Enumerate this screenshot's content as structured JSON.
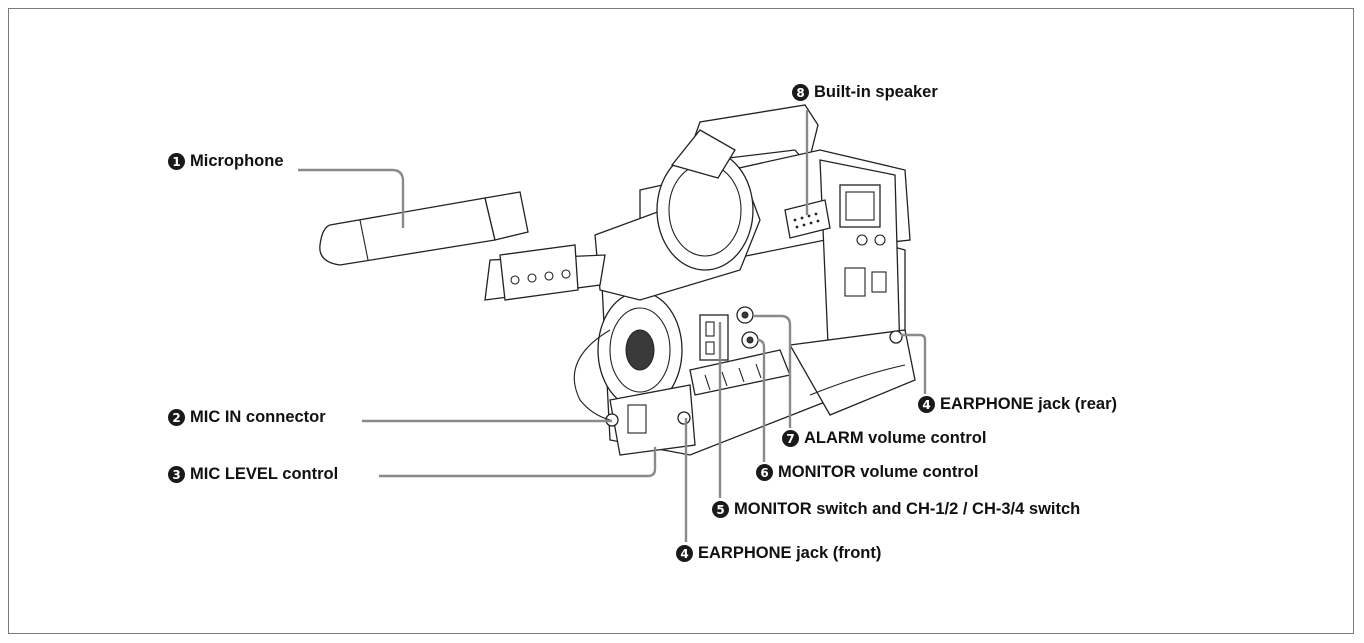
{
  "colors": {
    "frame": "#7a7a7a",
    "leader": "#8a8a8a",
    "number_badge": "#1a1a1a",
    "text": "#111111"
  },
  "callouts": [
    {
      "id": "c1",
      "number": "1",
      "text": "Microphone"
    },
    {
      "id": "c2",
      "number": "2",
      "text": "MIC IN connector"
    },
    {
      "id": "c3",
      "number": "3",
      "text": "MIC LEVEL control"
    },
    {
      "id": "c4f",
      "number": "4",
      "text": "EARPHONE jack (front)"
    },
    {
      "id": "c4r",
      "number": "4",
      "text": "EARPHONE jack (rear)"
    },
    {
      "id": "c5",
      "number": "5",
      "text": "MONITOR switch and CH-1/2 / CH-3/4 switch"
    },
    {
      "id": "c6",
      "number": "6",
      "text": "MONITOR volume control"
    },
    {
      "id": "c7",
      "number": "7",
      "text": "ALARM volume control"
    },
    {
      "id": "c8",
      "number": "8",
      "text": "Built-in speaker"
    }
  ]
}
